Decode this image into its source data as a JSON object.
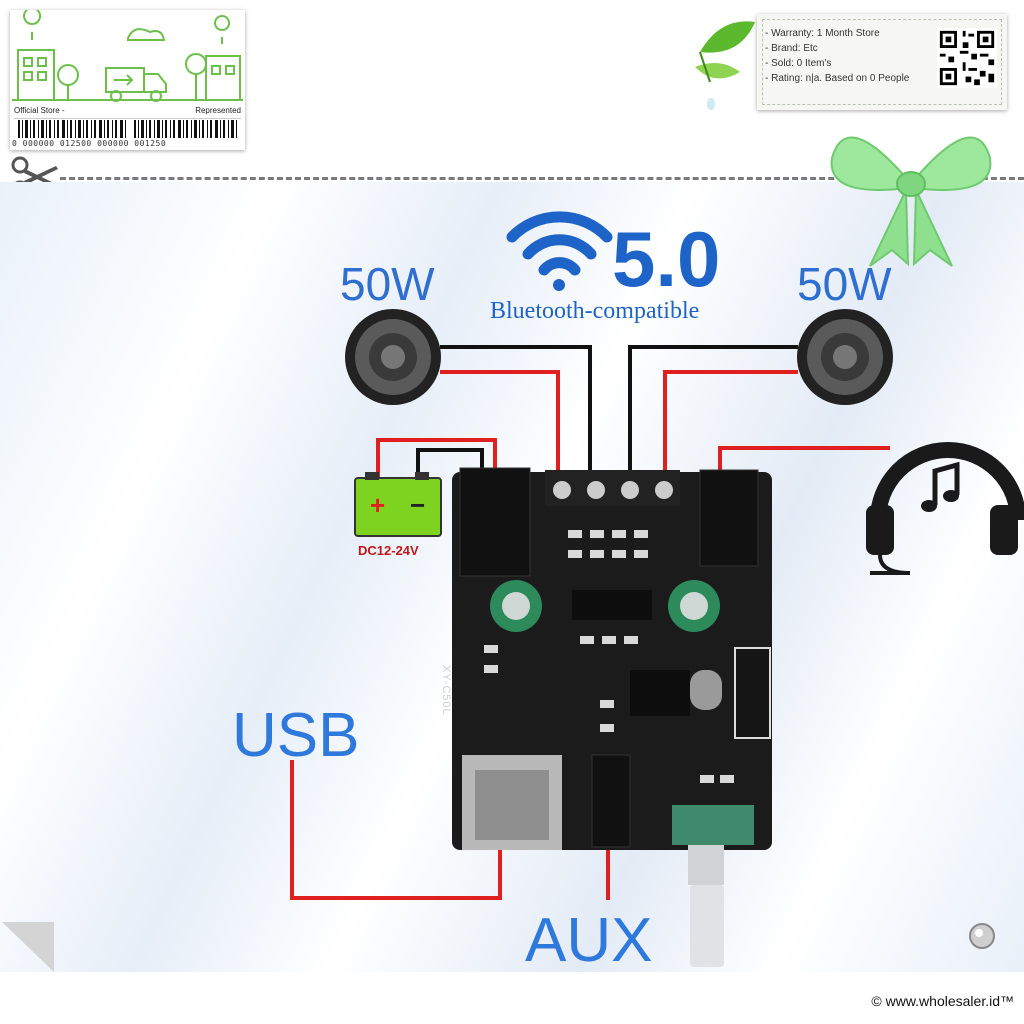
{
  "store_badge": {
    "left_text": "Official Store -",
    "right_text": "Represented",
    "barcode_number": "0 000000 012500  000000 001250"
  },
  "info_card": {
    "lines": [
      "- Warranty: 1 Month Store",
      "- Brand: Etc",
      "- Sold: 0 Item's",
      "- Rating: n|a. Based on 0 People"
    ]
  },
  "product": {
    "watt_left": "50W",
    "watt_right": "50W",
    "bluetooth_version": "5.0",
    "bluetooth_label": "Bluetooth-compatible",
    "power_label": "DC12-24V",
    "usb_label": "USB",
    "aux_label": "AUX",
    "board_marking": "XY-C50L",
    "battery_plus": "+",
    "battery_minus": "−"
  },
  "footer": {
    "copyright": "© www.wholesaler.id™"
  },
  "colors": {
    "accent_blue": "#1e63c7",
    "wire_red": "#e02020",
    "wire_black": "#111111",
    "battery_green": "#7ed321",
    "badge_green": "#6cc04a"
  }
}
